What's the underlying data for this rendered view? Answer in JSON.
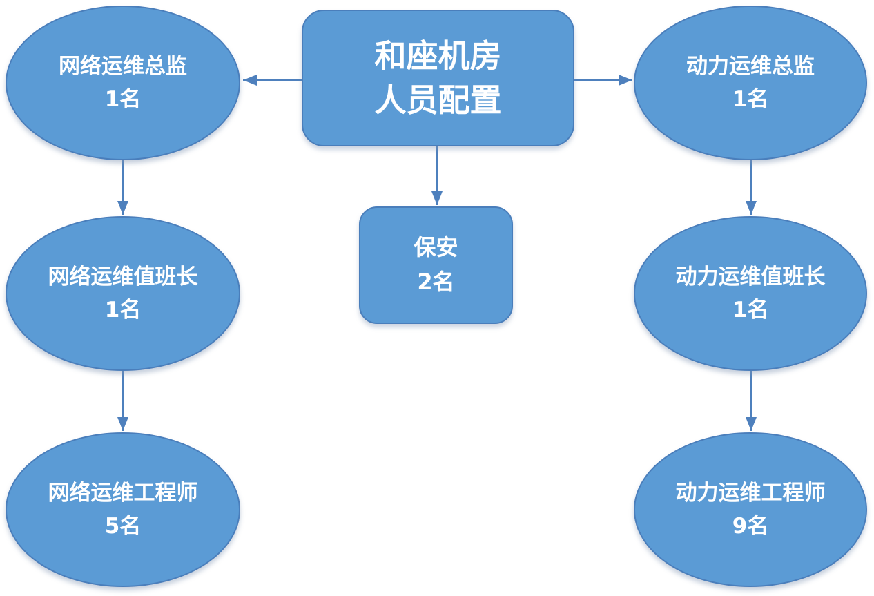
{
  "root": {
    "line1": "和座机房",
    "line2": "人员配置"
  },
  "security": {
    "title": "保安",
    "count": "2名"
  },
  "network": {
    "director": {
      "title": "网络运维总监",
      "count": "1名"
    },
    "shift_leader": {
      "title": "网络运维值班长",
      "count": "1名"
    },
    "engineer": {
      "title": "网络运维工程师",
      "count": "5名"
    }
  },
  "power": {
    "director": {
      "title": "动力运维总监",
      "count": "1名"
    },
    "shift_leader": {
      "title": "动力运维值班长",
      "count": "1名"
    },
    "engineer": {
      "title": "动力运维工程师",
      "count": "9名"
    }
  },
  "colors": {
    "shape_fill": "#5b9bd5",
    "shape_border": "#4a7ebb",
    "arrow": "#4e80bd",
    "text": "#ffffff"
  }
}
